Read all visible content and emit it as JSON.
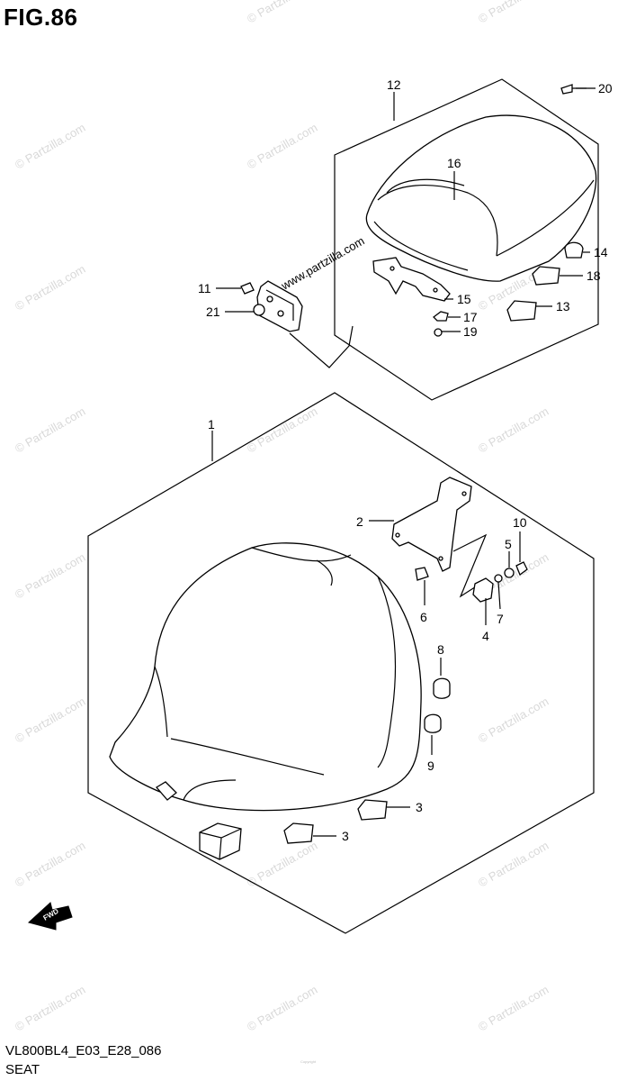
{
  "figure": "FIG.86",
  "diagram_code": "VL800BL4_E03_E28_086",
  "section_name": "SEAT",
  "watermark": "© Partzilla.com",
  "overlay_url": "www.partzilla.com",
  "fwd_label": "FWD",
  "copyright_small": "Copyright",
  "callouts": {
    "c1": "1",
    "c2": "2",
    "c3a": "3",
    "c3b": "3",
    "c4": "4",
    "c5": "5",
    "c6": "6",
    "c7": "7",
    "c8": "8",
    "c9": "9",
    "c10": "10",
    "c11": "11",
    "c12": "12",
    "c13": "13",
    "c14": "14",
    "c15": "15",
    "c16": "16",
    "c17": "17",
    "c18": "18",
    "c19": "19",
    "c20": "20",
    "c21": "21"
  }
}
